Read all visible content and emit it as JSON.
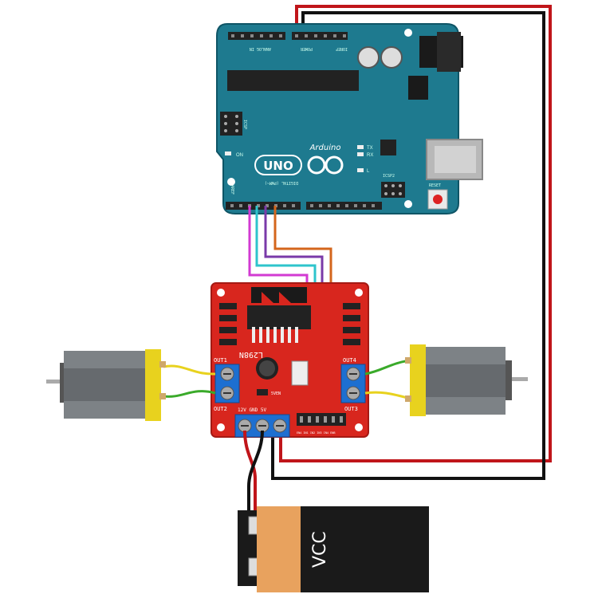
{
  "arduino": {
    "brand": "Arduino",
    "model": "UNO",
    "icsp_label": "ICSP",
    "icsp2_label": "ICSP2",
    "reset_label": "RESET",
    "on_label": "ON",
    "tx_label": "TX",
    "rx_label": "RX",
    "l_label": "L",
    "aref_label": "AREF",
    "digital_label": "DIGITAL (PWM~)",
    "analog_label": "ANALOG IN",
    "power_label": "POWER",
    "ioref_label": "IOREF"
  },
  "driver": {
    "chip_label": "L298N",
    "out1_label": "OUT1",
    "out2_label": "OUT2",
    "out3_label": "OUT3",
    "out4_label": "OUT4",
    "power_terminal_label": "12V GND 5V",
    "enable_label": "5VEN",
    "input_pins_label": "ENA IN1 IN2 IN3 IN4 ENB"
  },
  "battery": {
    "label": "VCC"
  },
  "colors": {
    "board_blue": "#1e7a8f",
    "driver_red": "#d8261e",
    "wire_red": "#c0151a",
    "wire_black": "#111111",
    "wire_magenta": "#d23ad2",
    "wire_cyan": "#2ec4cc",
    "wire_purple": "#7a3aa8",
    "wire_orange": "#d4661c",
    "battery_orange": "#e8a25e",
    "motor_grey": "#666a6e"
  }
}
